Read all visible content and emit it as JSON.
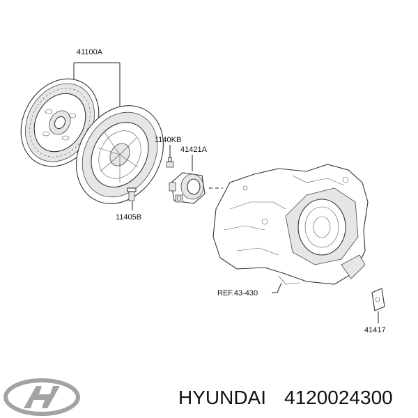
{
  "labels": {
    "clutch_kit": "41100A",
    "bolt_top": "1140KB",
    "release_bearing": "41421A",
    "bolt_bottom": "11405B",
    "transmission_ref": "REF.43-430",
    "plate": "41417"
  },
  "footer": {
    "brand": "HYUNDAI",
    "part_number": "4120024300"
  }
}
